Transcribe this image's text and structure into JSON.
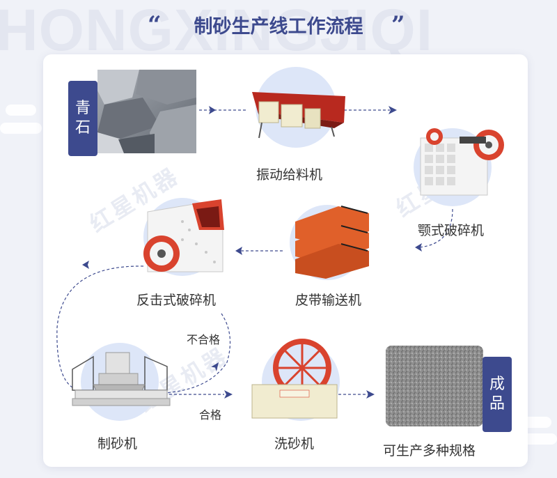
{
  "header": {
    "background_text": "HONGXINGJIQI",
    "open_quote": "“",
    "close_quote": "”",
    "title": "制砂生产线工作流程"
  },
  "watermark": {
    "text": "红星机器"
  },
  "tags": {
    "input": [
      "青",
      "石"
    ],
    "output": [
      "成",
      "品"
    ]
  },
  "steps": {
    "feeder": "振动给料机",
    "jaw_crusher": "颚式破碎机",
    "conveyor": "皮带输送机",
    "impact_crusher": "反击式破碎机",
    "sand_maker": "制砂机",
    "sand_washer": "洗砂机",
    "final_product": "可生产多种规格"
  },
  "branches": {
    "fail": "不合格",
    "pass": "合格"
  },
  "colors": {
    "accent": "#3d4a8e",
    "machine_red": "#d9432e",
    "conveyor_orange": "#e0602a",
    "circle": "#dde6f8"
  }
}
